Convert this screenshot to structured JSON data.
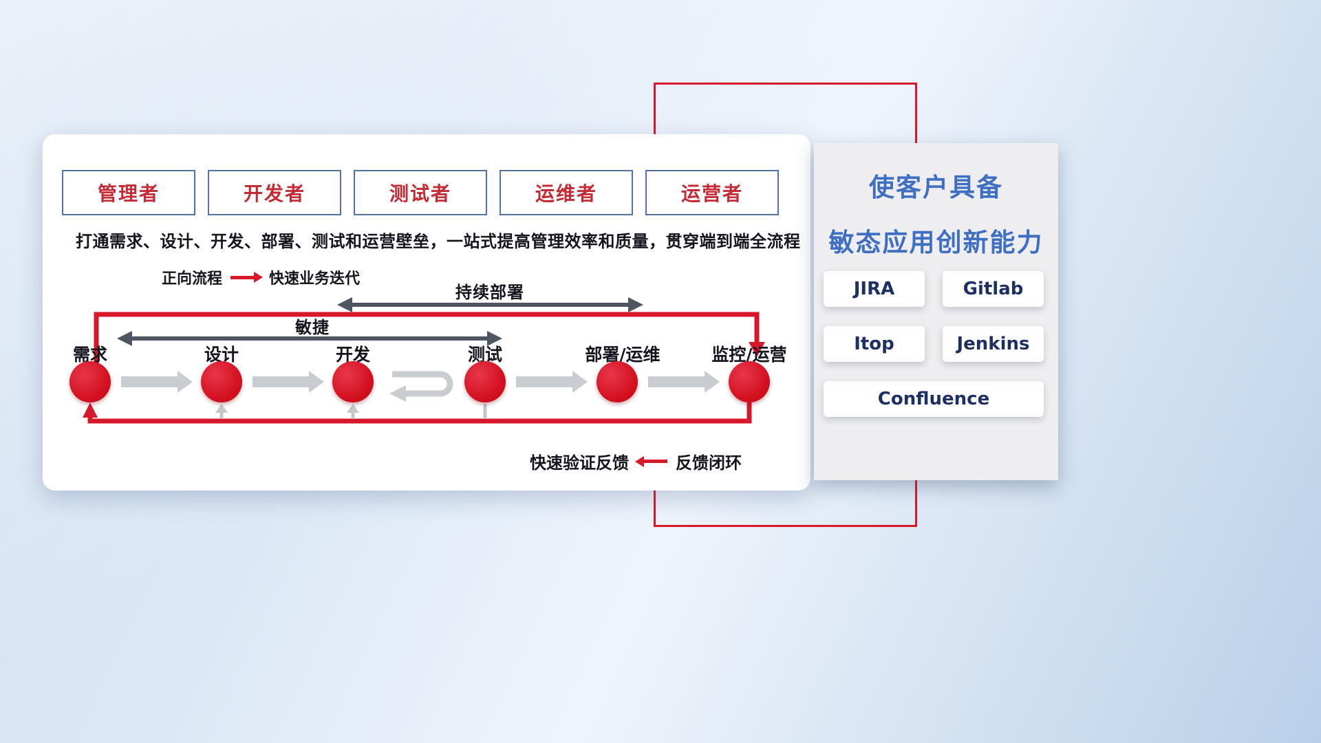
{
  "roles": [
    {
      "label": "管理者"
    },
    {
      "label": "开发者"
    },
    {
      "label": "测试者"
    },
    {
      "label": "运维者"
    },
    {
      "label": "运营者"
    }
  ],
  "description": "打通需求、设计、开发、部署、测试和运营壁垒，一站式提高管理效率和质量，贯穿端到端全流程",
  "legend_forward": {
    "label": "正向流程",
    "value": "快速业务迭代"
  },
  "legend_feedback": {
    "label": "快速验证反馈",
    "value": "反馈闭环"
  },
  "span_labels": {
    "continuous_deployment": "持续部署",
    "agile": "敏捷"
  },
  "stages": [
    {
      "label": "需求"
    },
    {
      "label": "设计"
    },
    {
      "label": "开发"
    },
    {
      "label": "测试"
    },
    {
      "label": "部署/运维"
    },
    {
      "label": "监控/运营"
    }
  ],
  "right_panel": {
    "title_line1": "使客户具备",
    "title_line2": "敏态应用创新能力",
    "tools": [
      {
        "label": "JIRA"
      },
      {
        "label": "Gitlab"
      },
      {
        "label": "Itop"
      },
      {
        "label": "Jenkins"
      },
      {
        "label": "Confluence"
      }
    ]
  },
  "icons": {
    "forward_arrow": "css-right-arrow-red",
    "feedback_arrow": "css-left-arrow-red",
    "continuous_deployment_arrow": "double-headed-slate-arrow",
    "agile_arrow": "double-headed-slate-arrow",
    "iteration_loop": "gray-u-turn-arrow",
    "stage_connector": "gray-right-arrow"
  },
  "colors": {
    "accent_red": "#d7182a",
    "role_text_red": "#c42b35",
    "role_border_blue": "#5272a2",
    "heading_text": "#15151f",
    "slate_arrow": "#4e5662",
    "gray_arrow": "#c9cdd1",
    "panel_title_blue": "#3f6fc0",
    "tool_text_navy": "#1d2f63",
    "right_panel_bg": "#eeeef0"
  }
}
